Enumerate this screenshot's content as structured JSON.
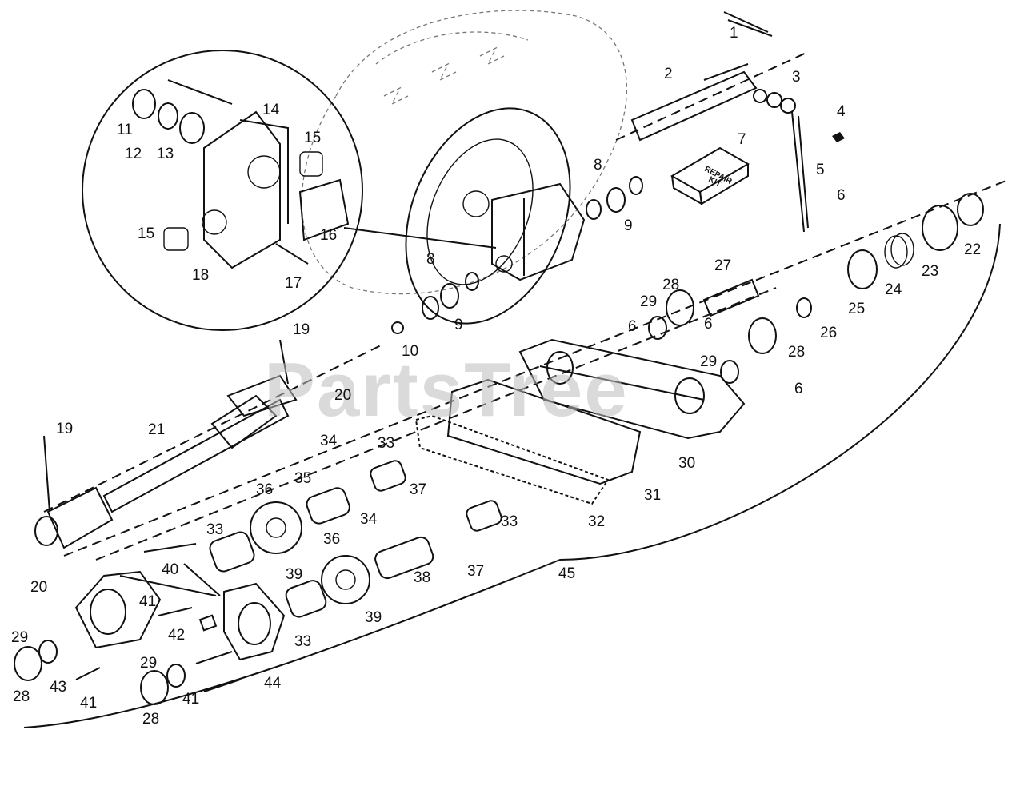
{
  "watermark": "PartsTree",
  "repair_kit_text": [
    "REPAIR",
    "KIT"
  ],
  "callouts": [
    "1",
    "2",
    "3",
    "4",
    "5",
    "6",
    "6",
    "6",
    "6",
    "7",
    "8",
    "8",
    "9",
    "9",
    "10",
    "11",
    "12",
    "13",
    "14",
    "15",
    "15",
    "16",
    "17",
    "18",
    "19",
    "19",
    "20",
    "20",
    "21",
    "22",
    "23",
    "24",
    "25",
    "26",
    "27",
    "28",
    "28",
    "28",
    "28",
    "29",
    "29",
    "29",
    "29",
    "30",
    "31",
    "32",
    "33",
    "33",
    "33",
    "33",
    "34",
    "34",
    "35",
    "36",
    "36",
    "37",
    "37",
    "38",
    "39",
    "39",
    "40",
    "41",
    "41",
    "41",
    "42",
    "43",
    "44",
    "45"
  ]
}
